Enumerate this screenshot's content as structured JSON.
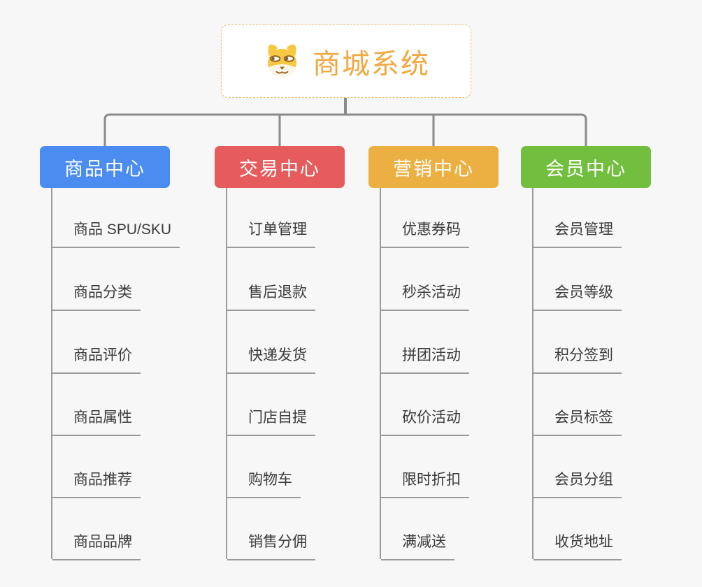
{
  "root": {
    "title": "商城系统",
    "icon": "dog-face-icon",
    "title_color": "#F0A840",
    "border_color": "#F0BE72"
  },
  "branches": [
    {
      "label": "商品中心",
      "color": "#4A8CF0",
      "items": [
        "商品 SPU/SKU",
        "商品分类",
        "商品评价",
        "商品属性",
        "商品推荐",
        "商品品牌"
      ]
    },
    {
      "label": "交易中心",
      "color": "#E65C5C",
      "items": [
        "订单管理",
        "售后退款",
        "快递发货",
        "门店自提",
        "购物车",
        "销售分佣"
      ]
    },
    {
      "label": "营销中心",
      "color": "#ECB042",
      "items": [
        "优惠券码",
        "秒杀活动",
        "拼团活动",
        "砍价活动",
        "限时折扣",
        "满减送"
      ]
    },
    {
      "label": "会员中心",
      "color": "#72BF3F",
      "items": [
        "会员管理",
        "会员等级",
        "积分签到",
        "会员标签",
        "会员分组",
        "收货地址"
      ]
    }
  ],
  "colors": {
    "background": "#F7F7F7",
    "connector": "#8A8A8A",
    "leaf_line": "#9A9A9A",
    "leaf_text": "#3A3A3A",
    "header_text": "#FFFFFF"
  }
}
